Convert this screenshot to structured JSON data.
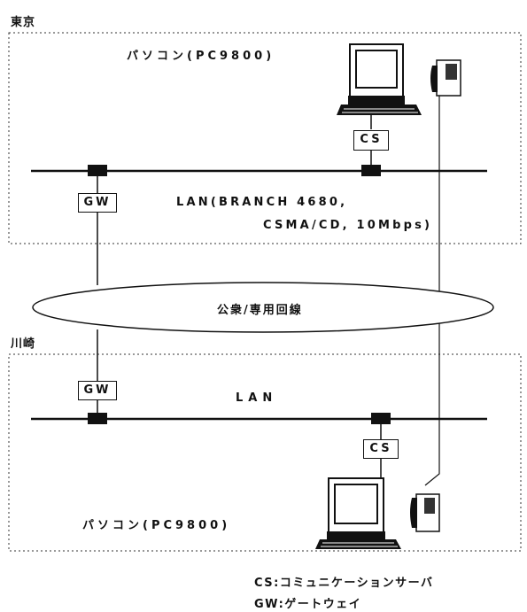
{
  "sites": {
    "tokyo": {
      "name": "東京"
    },
    "kawasaki": {
      "name": "川崎"
    }
  },
  "tokyo_pc_label": "パソコン(PC9800)",
  "kawasaki_pc_label": "パソコン(PC9800)",
  "lan_tokyo_line1": "LAN(BRANCH 4680,",
  "lan_tokyo_line2": "CSMA/CD, 10Mbps)",
  "lan_kawasaki": "LAN",
  "network": "公衆/専用回線",
  "cs_label": "CS",
  "gw_label": "GW",
  "legend": {
    "cs": "CS:コミュニケーションサーバ",
    "gw": "GW:ゲートウェイ"
  }
}
